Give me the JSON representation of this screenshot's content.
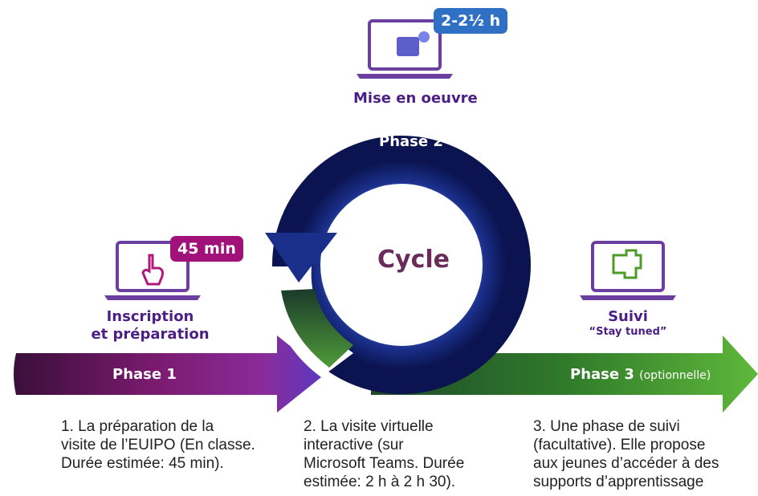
{
  "center_label": "Cycle",
  "phase1": {
    "arrow_label": "Phase 1",
    "badge": "45 min",
    "badge_color": "#a0127a",
    "title_line1": "Inscription",
    "title_line2": "et préparation",
    "icon": "hand-pointer-icon",
    "desc_lines": [
      "1. La préparation de la",
      "visite de l’EUIPO (En classe.",
      "Durée estimée: 45 min)."
    ]
  },
  "phase2": {
    "arrow_label": "Phase 2",
    "badge": "2-2½ h",
    "badge_color": "#2f6fc4",
    "title": "Mise en oeuvre",
    "icon": "microsoft-teams-icon",
    "desc_lines": [
      "2. La visite virtuelle",
      "interactive (sur",
      "Microsoft Teams. Durée",
      "estimée: 2 h à 2 h 30)."
    ]
  },
  "phase3": {
    "arrow_label": "Phase 3",
    "arrow_suffix": "(optionnelle)",
    "title": "Suivi",
    "subtitle": "“Stay tuned”",
    "icon": "puzzle-icon",
    "desc_lines": [
      "3. Une phase de suivi",
      "(facultative). Elle propose",
      "aux jeunes d’accéder à des",
      "supports d’apprentissage"
    ]
  },
  "colors": {
    "purple_text": "#4b1f86",
    "laptop_stroke": "#6a3fa0",
    "phase1_arrow": "#5a1b6b",
    "phase3_arrow": "#2f7a2a",
    "cycle_blue": "#1a2f8a"
  }
}
